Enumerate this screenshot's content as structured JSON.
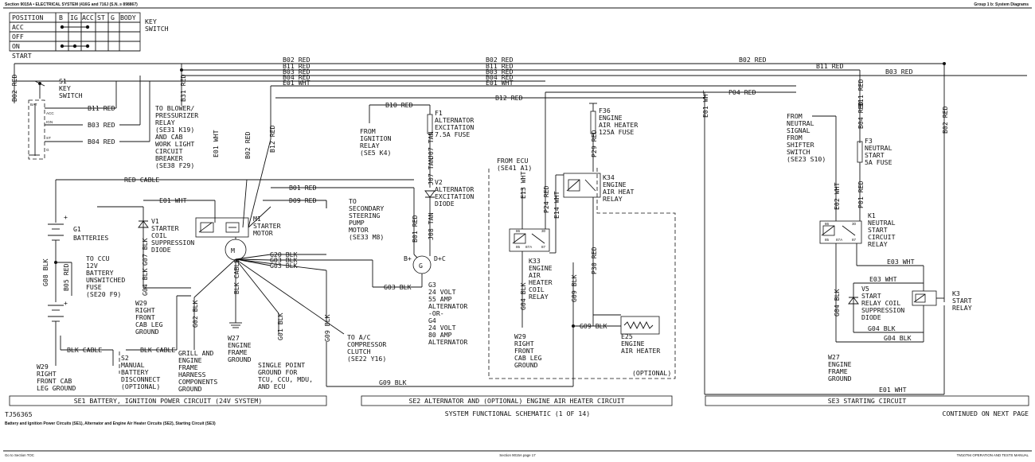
{
  "header": {
    "left": "Section 9015A • ELECTRICAL SYSTEM (416G and 716J (S.N. ≥ 898867)",
    "right": "Group 1 b: System Diagrams"
  },
  "key_table": {
    "columns": [
      "POSITION",
      "B",
      "IG",
      "ACC",
      "ST",
      "G",
      "BODY"
    ],
    "rows": [
      "ACC",
      "OFF",
      "ON",
      "START"
    ],
    "caption": [
      "KEY",
      "SWITCH"
    ]
  },
  "labels": {
    "b02_red": "B02 RED",
    "b11_red": "B11 RED",
    "b03_red": "B03 RED",
    "b04_red": "B04 RED",
    "e01_wht": "E01 WHT",
    "b12_red": "B12 RED",
    "p04_red": "P04 RED",
    "b10_red": "B10 RED",
    "b01_red": "B01 RED",
    "d09_red": "D09 RED",
    "red_cable": "RED CABLE",
    "blk_cable": "BLK CABLE",
    "g20_blk": "G20 BLK",
    "g03_blk": "G03 BLK",
    "g09_blk": "G09 BLK",
    "g08_blk": "G08 BLK",
    "g04_blk": "G04 BLK",
    "g02_blk": "G02 BLK",
    "g01_blk": "G01 BLK",
    "g05_blk": "G05 BLK",
    "g07_blk": "G07 BLK",
    "j07_tan": "J07 TAN",
    "j08_tan": "J08 TAN",
    "e13_wht": "E13 WHT",
    "p24_red": "P24 RED",
    "e14_wht": "E14 WHT",
    "p29_red": "P29 RED",
    "p30_red": "P30 RED",
    "e02_wht": "E02 WHT",
    "p01_red": "P01 RED",
    "e03_wht": "E03 WHT",
    "b31_red": "B31 RED",
    "bpl": "B+",
    "dpc": "D+C"
  },
  "components": {
    "s1": [
      "S1",
      "KEY",
      "SWITCH"
    ],
    "blower": [
      "TO BLOWER/",
      "PRESSURIZER",
      "RELAY",
      "(SE31 K19)",
      "AND CAB",
      "WORK LIGHT",
      "CIRCUIT",
      "BREAKER",
      "(SE38 F29)"
    ],
    "ignition": [
      "FROM",
      "IGNITION",
      "RELAY",
      "(SE5 K4)"
    ],
    "f1": [
      "F1",
      "ALTERNATOR",
      "EXCITATION",
      "7.5A FUSE"
    ],
    "f36": [
      "F36",
      "ENGINE",
      "AIR HEATER",
      "125A FUSE"
    ],
    "v2": [
      "V2",
      "ALTERNATOR",
      "EXCITATION",
      "DIODE"
    ],
    "ecu": [
      "FROM ECU",
      "(SE41 A1)"
    ],
    "k34": [
      "K34",
      "ENGINE",
      "AIR HEAT",
      "RELAY"
    ],
    "k33": [
      "K33",
      "ENGINE",
      "AIR",
      "HEATER",
      "COIL",
      "RELAY"
    ],
    "e25": [
      "E25",
      "ENGINE",
      "AIR HEATER"
    ],
    "optional": "(OPTIONAL)",
    "g1": [
      "G1",
      "BATTERIES"
    ],
    "v1": [
      "V1",
      "STARTER",
      "COIL",
      "SUPPRESSION",
      "DIODE"
    ],
    "m1": [
      "M1",
      "STARTER",
      "MOTOR"
    ],
    "secondary": [
      "TO",
      "SECONDARY",
      "STEERING",
      "PUMP",
      "MOTOR",
      "(SE33 M8)"
    ],
    "ccu": [
      "TO CCU",
      "12V",
      "BATTERY",
      "UNSWITCHED",
      "FUSE",
      "(SE20 F9)"
    ],
    "w29a": [
      "W29",
      "RIGHT",
      "FRONT",
      "CAB LEG",
      "GROUND"
    ],
    "w29b": [
      "W29",
      "RIGHT",
      "FRONT CAB",
      "LEG GROUND"
    ],
    "w29c": [
      "W29",
      "RIGHT",
      "FRONT",
      "CAB LEG",
      "GROUND"
    ],
    "w27a": [
      "W27",
      "ENGINE",
      "FRAME",
      "GROUND"
    ],
    "w27b": [
      "W27",
      "ENGINE",
      "FRAME",
      "GROUND"
    ],
    "grill": [
      "GRILL AND",
      "ENGINE",
      "FRAME",
      "HARNESS",
      "COMPONENTS",
      "GROUND"
    ],
    "single": [
      "SINGLE POINT",
      "GROUND FOR",
      "TCU, CCU, MDU,",
      "AND ECU"
    ],
    "ac": [
      "TO A/C",
      "COMPRESSOR",
      "CLUTCH",
      "(SE22 Y16)"
    ],
    "g3": [
      "G3",
      "24 VOLT",
      "55 AMP",
      "ALTERNATOR",
      "-OR-",
      "G4",
      "24 VOLT",
      "80 AMP",
      "ALTERNATOR"
    ],
    "s2": [
      "S2",
      "MANUAL",
      "BATTERY",
      "DISCONNECT",
      "(OPTIONAL)"
    ],
    "m_letter": "M",
    "g_letter": "G",
    "neutral": [
      "FROM",
      "NEUTRAL",
      "SIGNAL",
      "FROM",
      "SHIFTER",
      "SWITCH",
      "(SE23 S10)"
    ],
    "f3": [
      "F3",
      "NEUTRAL",
      "START",
      "5A FUSE"
    ],
    "k1": [
      "K1",
      "NEUTRAL",
      "START",
      "CIRCUIT",
      "RELAY"
    ],
    "v5": [
      "V5",
      "START",
      "RELAY COIL",
      "SUPPRESSION",
      "DIODE"
    ],
    "k3": [
      "K3",
      "START",
      "RELAY"
    ],
    "sw_pos": [
      "BAT",
      "ACC",
      "IGN",
      "ST",
      "G"
    ],
    "relay_pins": [
      "86",
      "85",
      "30",
      "87A",
      "87"
    ]
  },
  "sections": {
    "se1": "SE1 BATTERY, IGNITION POWER CIRCUIT (24V SYSTEM)",
    "se2": "SE2 ALTERNATOR AND (OPTIONAL) ENGINE AIR HEATER CIRCUIT",
    "se3": "SE3 STARTING CIRCUIT"
  },
  "footer": {
    "ref": "TJ56365",
    "title": "SYSTEM FUNCTIONAL SCHEMATIC (1 OF 14)",
    "continued": "CONTINUED ON NEXT PAGE",
    "caption": "Battery and Ignition Power Circuits (SE1), Alternator and Engine Air Heater Circuits (SE2), Starting Circuit (SE3)",
    "link": "Go to Section TOC",
    "page": "Section 9015A page 17",
    "manual": "TM10794 OPERATION AND TESTS MANUAL"
  }
}
